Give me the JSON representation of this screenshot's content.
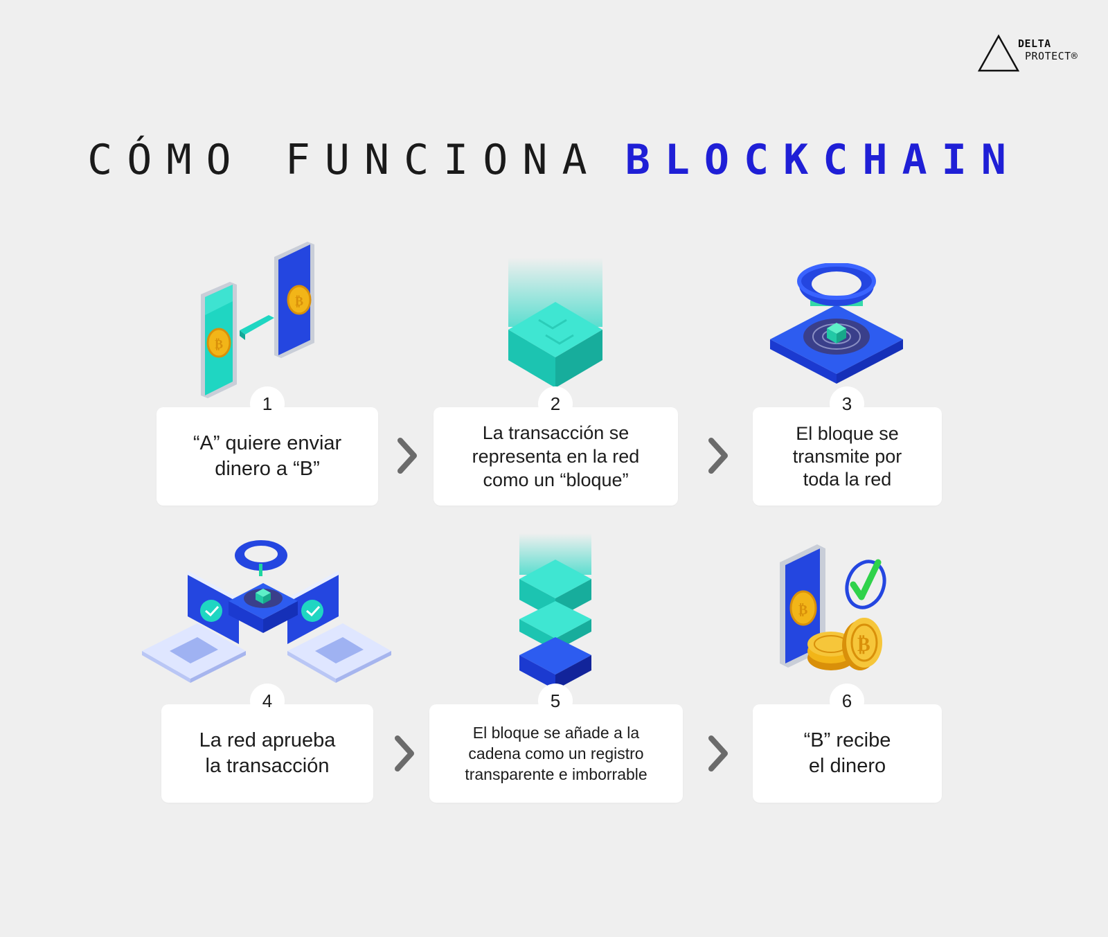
{
  "brand": {
    "line1": "DELTA",
    "line2": "PROTECT®"
  },
  "title": {
    "main": "CÓMO FUNCIONA",
    "accent": "BLOCKCHAIN"
  },
  "colors": {
    "accent": "#1f1fd6",
    "teal": "#1fd6c2",
    "blue": "#2446e0",
    "gold": "#f2b518",
    "background": "#efefef"
  },
  "steps": [
    {
      "number": "1",
      "text": "“A” quiere enviar\ndinero a “B”",
      "icon": "phones-transfer-icon"
    },
    {
      "number": "2",
      "text": "La transacción se\nrepresenta en la red\ncomo un “bloque”",
      "icon": "block-icon"
    },
    {
      "number": "3",
      "text": "El bloque se\ntransmite por\ntoda la red",
      "icon": "network-node-icon"
    },
    {
      "number": "4",
      "text": "La red aprueba\nla transacción",
      "icon": "laptops-approve-icon"
    },
    {
      "number": "5",
      "text": "El bloque se añade a la\ncadena como un registro\ntransparente e imborrable",
      "icon": "block-chain-stack-icon"
    },
    {
      "number": "6",
      "text": "“B” recibe\nel dinero",
      "icon": "phone-coins-check-icon"
    }
  ]
}
